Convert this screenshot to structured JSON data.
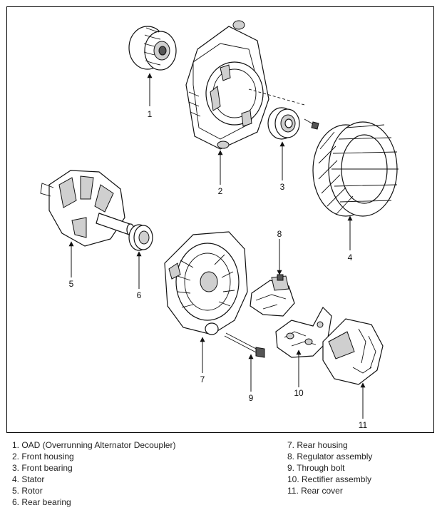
{
  "callouts": [
    "1",
    "2",
    "3",
    "4",
    "5",
    "6",
    "7",
    "8",
    "9",
    "10",
    "11"
  ],
  "legend": {
    "left": [
      "1. OAD (Overrunning Alternator Decoupler)",
      "2. Front housing",
      "3. Front bearing",
      "4. Stator",
      "5. Rotor",
      "6. Rear bearing"
    ],
    "right": [
      "7. Rear housing",
      "8. Regulator assembly",
      "9. Through bolt",
      "10. Rectifier assembly",
      "11. Rear cover"
    ]
  }
}
